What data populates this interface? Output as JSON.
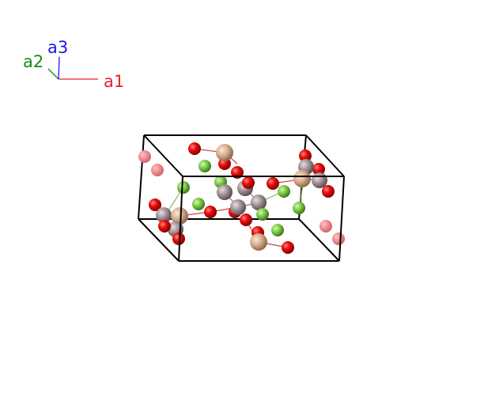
{
  "axes": {
    "a1": {
      "label": "a1",
      "color": "#e8202a"
    },
    "a2": {
      "label": "a2",
      "color": "#1a8a1a"
    },
    "a3": {
      "label": "a3",
      "color": "#1a1ae8"
    }
  },
  "atom_colors": {
    "oxygen": "#e60d0d",
    "oxygen_faded": "#f08f95",
    "green_atom": "#7ccc45",
    "grey_atom": "#a49398",
    "tan_atom": "#d6b08f"
  },
  "cell_edge_color": "#000000"
}
